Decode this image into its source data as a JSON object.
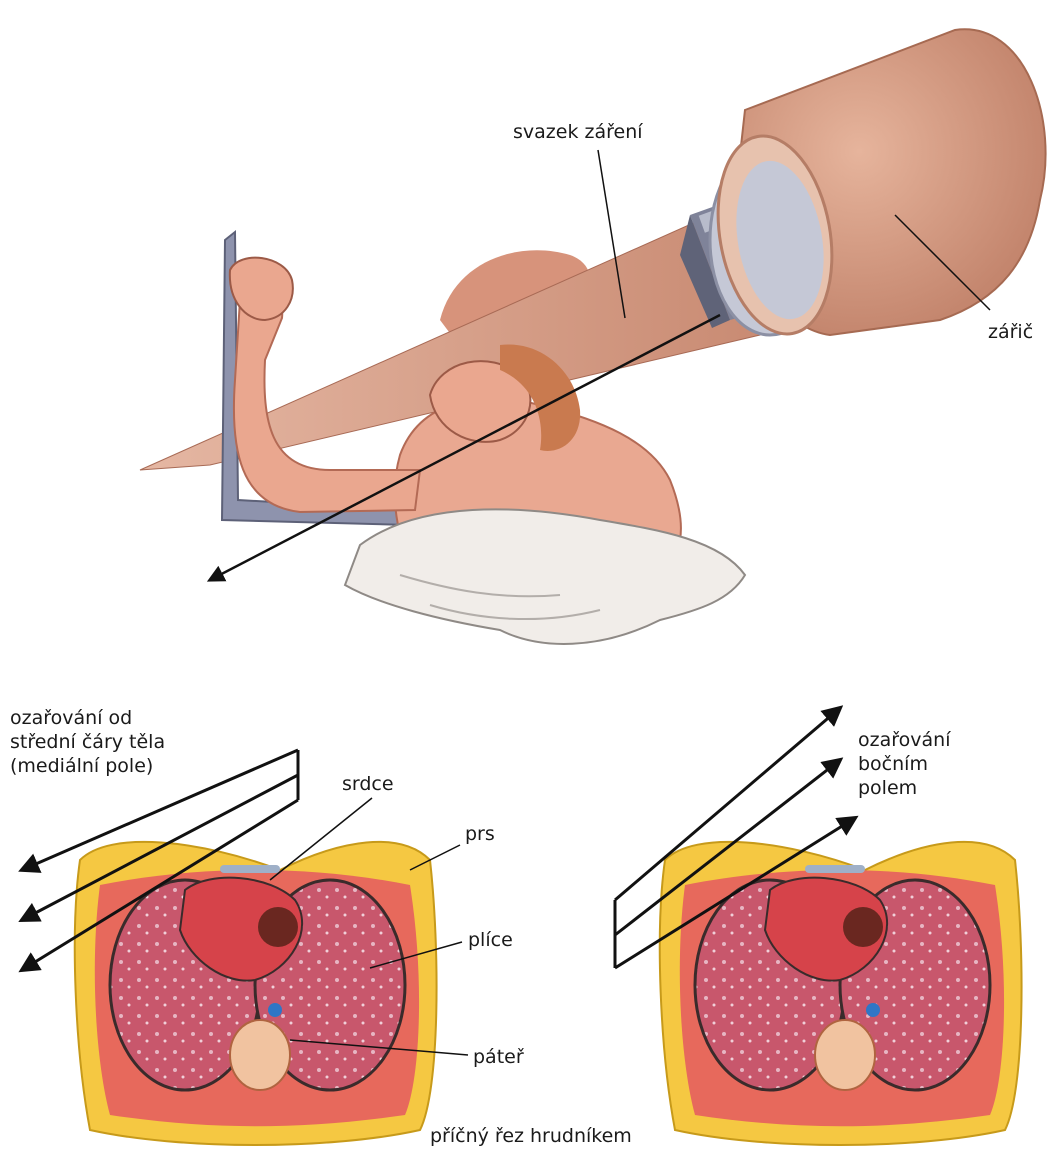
{
  "labels": {
    "beam": "svazek záření",
    "source": "zářič",
    "medial_field_line1": "ozařování od",
    "medial_field_line2": "střední čáry těla",
    "medial_field_line3": "(mediální pole)",
    "lateral_field_line1": "ozařování",
    "lateral_field_line2": "bočním",
    "lateral_field_line3": "polem",
    "heart": "srdce",
    "breast": "prs",
    "lungs": "plíce",
    "spine": "páteř",
    "caption": "příčný řez hrudníkem"
  },
  "colors": {
    "skin": "#e8a48c",
    "skin_dark": "#c9705a",
    "machine": "#d9a08a",
    "machine_face": "#c48a74",
    "metal": "#8a8fa8",
    "fat": "#f2c14e",
    "muscle": "#e36a5c",
    "lung": "#c95a6e",
    "line": "#111111"
  }
}
